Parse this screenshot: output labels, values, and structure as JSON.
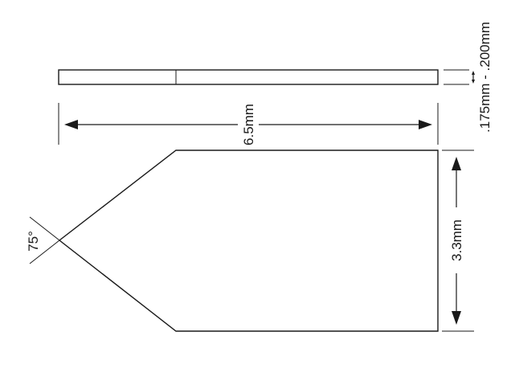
{
  "dimensions": {
    "length": "6.5mm",
    "width": "3.3mm",
    "thickness": ".175mm - .200mm",
    "tip_angle": "75°"
  }
}
